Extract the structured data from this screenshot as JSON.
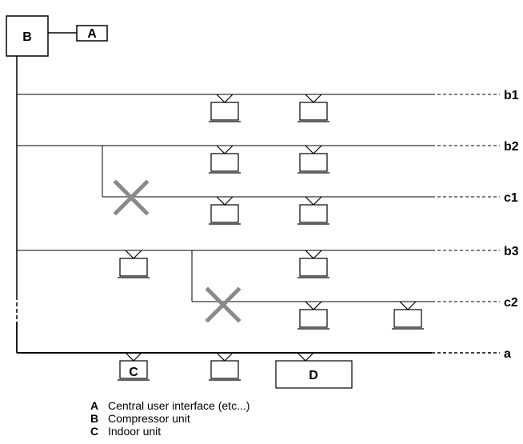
{
  "diagram": {
    "box_b_label": "B",
    "box_a_label": "A",
    "indoor_c_label": "C",
    "box_d_label": "D",
    "line_labels": {
      "b1": "b1",
      "b2": "b2",
      "c1": "c1",
      "b3": "b3",
      "c2": "c2",
      "a": "a"
    },
    "colors": {
      "line": "#000000",
      "cross": "#8a8a8a"
    }
  },
  "legend": [
    {
      "key": "A",
      "text": "Central user interface (etc...)"
    },
    {
      "key": "B",
      "text": "Compressor unit"
    },
    {
      "key": "C",
      "text": "Indoor unit"
    }
  ]
}
